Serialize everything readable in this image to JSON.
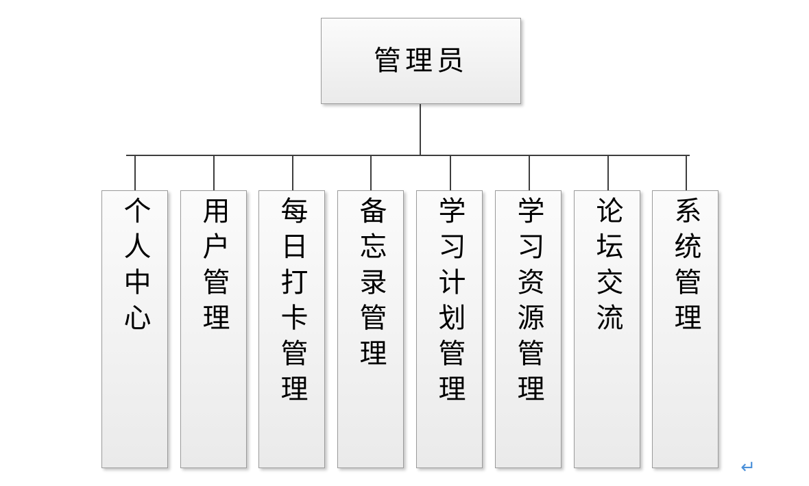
{
  "diagram": {
    "type": "org-chart",
    "title": "管理员",
    "root": {
      "label": "管理员"
    },
    "children": [
      {
        "label": "个人中心"
      },
      {
        "label": "用户管理"
      },
      {
        "label": "每日打卡管理"
      },
      {
        "label": "备忘录管理"
      },
      {
        "label": "学习计划管理"
      },
      {
        "label": "学习资源管理"
      },
      {
        "label": "论坛交流"
      },
      {
        "label": "系统管理"
      }
    ],
    "marker": {
      "symbol": "↵",
      "color": "#4a90d9"
    },
    "colors": {
      "node_border": "#9a9a9a",
      "node_fill": "#f2f2f2",
      "connector": "#3d3d3d",
      "text": "#000000"
    }
  }
}
